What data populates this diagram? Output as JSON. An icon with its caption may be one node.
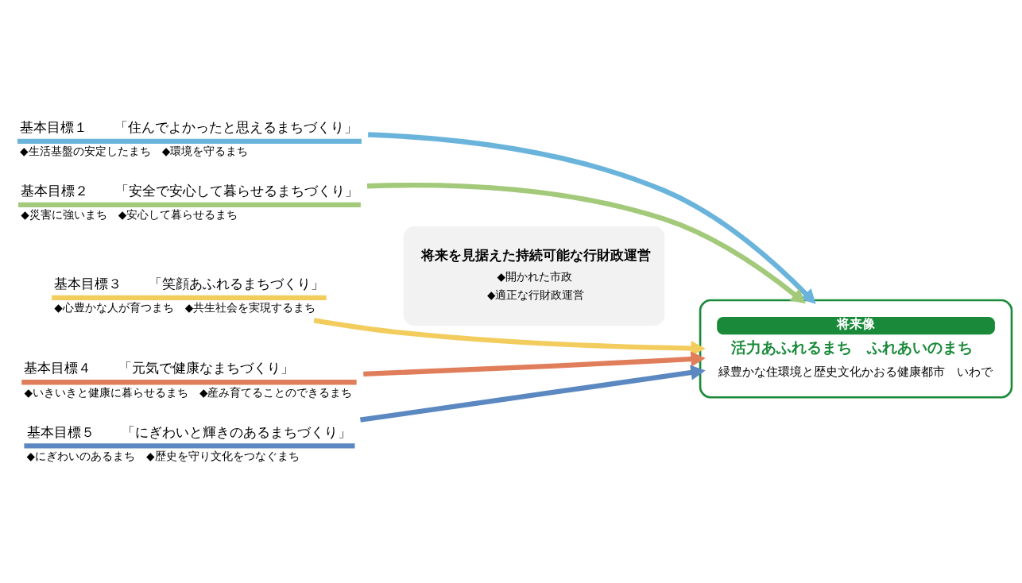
{
  "diagram": {
    "nodes": [
      {
        "text": [
          "基本目標１",
          "「住んでよかったと思えるまちづくり」",
          "◆生活基盤の安定したまち",
          "◆環境を守るまち"
        ]
      },
      {
        "text": [
          "基本目標２",
          "「安全で安心して暮らせるまちづくり」",
          "◆災害に強いまち",
          "◆安心して暮らせるまち"
        ]
      },
      {
        "text": [
          "基本目標３",
          "「笑顔あふれるまちづくり」",
          "◆心豊かな人が育つまち",
          "◆共生社会を実現するまち"
        ]
      },
      {
        "text": [
          "基本目標４",
          "「元気で健康なまちづくり」",
          "◆いきいきと健康に暮らせるまち",
          "◆産み育てることのできるまち"
        ]
      },
      {
        "text": [
          "基本目標５",
          "「にぎわいと輝きのあるまちづくり」",
          "◆にぎわいのあるまち",
          "◆歴史を守り文化をつなぐまち"
        ]
      },
      {
        "text": [
          "将来を見据えた持続可能な行財政運営",
          "◆開かれた市政",
          "◆適正な行財政運営"
        ]
      },
      {
        "text": [
          "将来像",
          "活力あふれるまち　ふれあいのまち",
          "緑豊かな住環境と歴史文化かおる健康都市　いわで"
        ]
      }
    ],
    "edges": [
      {
        "from": 0,
        "to": 6,
        "arrow": "to",
        "color": "#6ab4dc"
      },
      {
        "from": 1,
        "to": 6,
        "arrow": "to",
        "color": "#a3c97a"
      },
      {
        "from": 2,
        "to": 6,
        "arrow": "to",
        "color": "#f2cd5e"
      },
      {
        "from": 3,
        "to": 6,
        "arrow": "to",
        "color": "#e07e5c"
      },
      {
        "from": 4,
        "to": 6,
        "arrow": "to",
        "color": "#5b88c0"
      }
    ]
  }
}
